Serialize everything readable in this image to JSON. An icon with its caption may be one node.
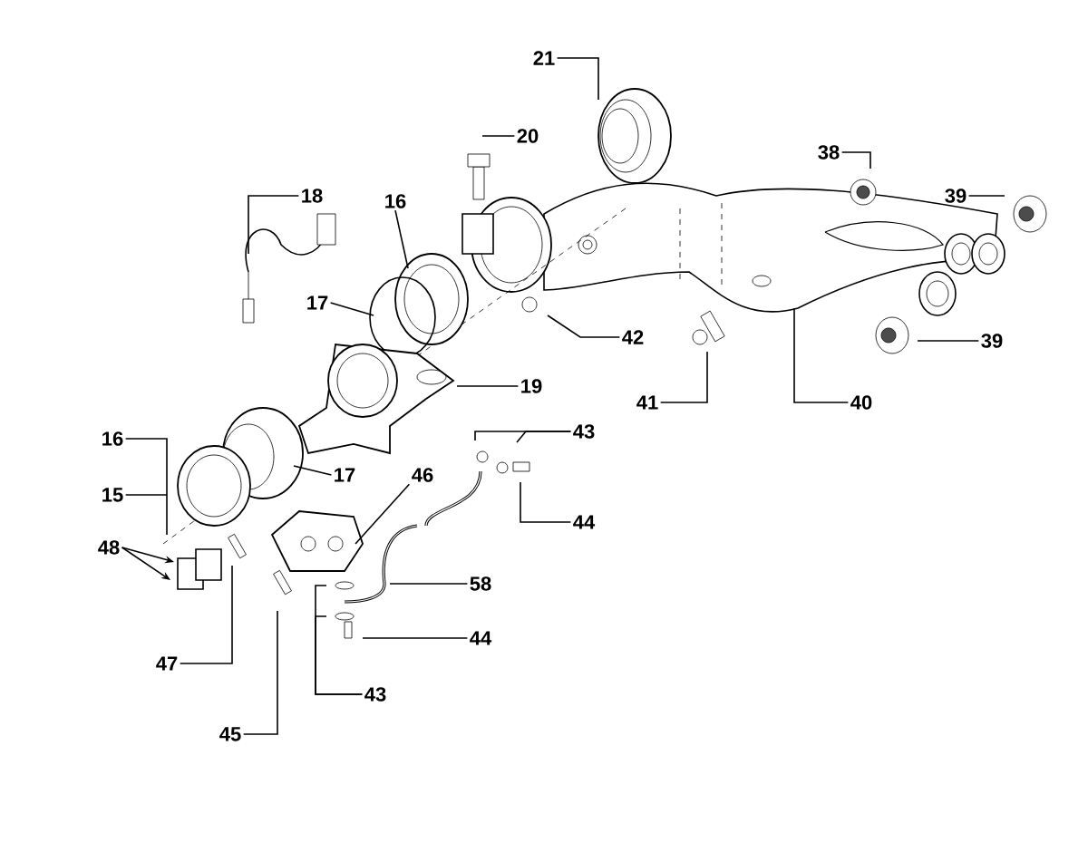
{
  "diagram": {
    "nodes": [
      {
        "text": [
          "21"
        ]
      },
      {
        "text": [
          "20"
        ]
      },
      {
        "text": [
          "18"
        ]
      },
      {
        "text": [
          "16"
        ]
      },
      {
        "text": [
          "38"
        ]
      },
      {
        "text": [
          "39"
        ]
      },
      {
        "text": [
          "17"
        ]
      },
      {
        "text": [
          "19"
        ]
      },
      {
        "text": [
          "42"
        ]
      },
      {
        "text": [
          "39"
        ]
      },
      {
        "text": [
          "41"
        ]
      },
      {
        "text": [
          "40"
        ]
      },
      {
        "text": [
          "16"
        ]
      },
      {
        "text": [
          "43"
        ]
      },
      {
        "text": [
          "15"
        ]
      },
      {
        "text": [
          "17"
        ]
      },
      {
        "text": [
          "46"
        ]
      },
      {
        "text": [
          "44"
        ]
      },
      {
        "text": [
          "48"
        ]
      },
      {
        "text": [
          "58"
        ]
      },
      {
        "text": [
          "44"
        ]
      },
      {
        "text": [
          "47"
        ]
      },
      {
        "text": [
          "43"
        ]
      },
      {
        "text": [
          "45"
        ]
      }
    ],
    "edges": [
      {
        "from": 0,
        "to": null,
        "arrow": "none"
      },
      {
        "from": 1,
        "to": null,
        "arrow": "none"
      },
      {
        "from": 2,
        "to": null,
        "arrow": "none"
      },
      {
        "from": 3,
        "to": null,
        "arrow": "none"
      },
      {
        "from": 4,
        "to": null,
        "arrow": "none"
      },
      {
        "from": 5,
        "to": null,
        "arrow": "none"
      },
      {
        "from": 6,
        "to": null,
        "arrow": "none"
      },
      {
        "from": 7,
        "to": null,
        "arrow": "none"
      },
      {
        "from": 8,
        "to": null,
        "arrow": "none"
      },
      {
        "from": 9,
        "to": null,
        "arrow": "none"
      },
      {
        "from": 10,
        "to": null,
        "arrow": "none"
      },
      {
        "from": 11,
        "to": null,
        "arrow": "none"
      },
      {
        "from": 12,
        "to": null,
        "arrow": "none"
      },
      {
        "from": 13,
        "to": null,
        "arrow": "none"
      },
      {
        "from": 13,
        "to": null,
        "arrow": "none"
      },
      {
        "from": 14,
        "to": null,
        "arrow": "none"
      },
      {
        "from": 15,
        "to": null,
        "arrow": "none"
      },
      {
        "from": 16,
        "to": null,
        "arrow": "none"
      },
      {
        "from": 17,
        "to": null,
        "arrow": "none"
      },
      {
        "from": 18,
        "to": null,
        "arrow": "to"
      },
      {
        "from": 18,
        "to": null,
        "arrow": "to"
      },
      {
        "from": 19,
        "to": null,
        "arrow": "none"
      },
      {
        "from": 20,
        "to": null,
        "arrow": "none"
      },
      {
        "from": 21,
        "to": null,
        "arrow": "none"
      },
      {
        "from": 22,
        "to": null,
        "arrow": "none"
      },
      {
        "from": 22,
        "to": null,
        "arrow": "none"
      },
      {
        "from": 23,
        "to": null,
        "arrow": "none"
      }
    ]
  }
}
